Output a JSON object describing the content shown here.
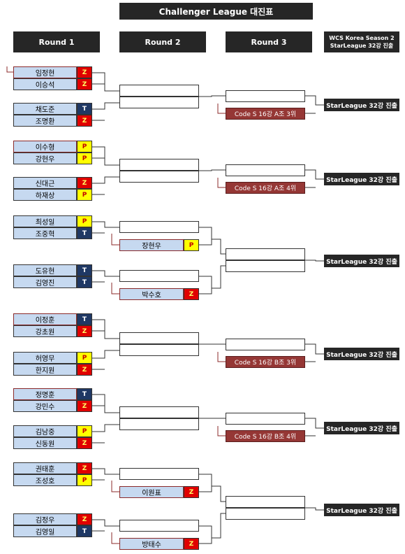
{
  "title": "Challenger League 대진표",
  "columns": {
    "round1": "Round 1",
    "round2": "Round 2",
    "round3": "Round 3",
    "final": "WCS Korea Season 2\nStarLeague 32강 진출"
  },
  "race_colors": {
    "Z": "#e00000",
    "P": "#ffff00",
    "T": "#1f3864"
  },
  "round1": [
    {
      "name": "임정현",
      "race": "Z"
    },
    {
      "name": "이승석",
      "race": "Z"
    },
    {
      "name": "채도준",
      "race": "T"
    },
    {
      "name": "조명환",
      "race": "Z"
    },
    {
      "name": "이수형",
      "race": "P"
    },
    {
      "name": "강현우",
      "race": "P"
    },
    {
      "name": "신대근",
      "race": "Z"
    },
    {
      "name": "하재상",
      "race": "P"
    },
    {
      "name": "최성일",
      "race": "P"
    },
    {
      "name": "조중혁",
      "race": "T"
    },
    {
      "name": "도유현",
      "race": "T"
    },
    {
      "name": "김영진",
      "race": "T"
    },
    {
      "name": "이정훈",
      "race": "T"
    },
    {
      "name": "강초원",
      "race": "Z"
    },
    {
      "name": "허영무",
      "race": "P"
    },
    {
      "name": "한지원",
      "race": "Z"
    },
    {
      "name": "정명훈",
      "race": "T"
    },
    {
      "name": "강민수",
      "race": "Z"
    },
    {
      "name": "김남중",
      "race": "P"
    },
    {
      "name": "신동원",
      "race": "Z"
    },
    {
      "name": "권태훈",
      "race": "Z"
    },
    {
      "name": "조성호",
      "race": "P"
    },
    {
      "name": "김정우",
      "race": "Z"
    },
    {
      "name": "김영일",
      "race": "T"
    }
  ],
  "round2_seeds": [
    {
      "name": "장현우",
      "race": "P"
    },
    {
      "name": "박수호",
      "race": "Z"
    },
    {
      "name": "이원표",
      "race": "Z"
    },
    {
      "name": "방태수",
      "race": "Z"
    }
  ],
  "round3_seeds": [
    "Code S 16강 A조 3위",
    "Code S 16강 A조 4위",
    "Code S 16강 B조 3위",
    "Code S 16강 B조 4위"
  ],
  "final_label": "StarLeague 32강 진출"
}
